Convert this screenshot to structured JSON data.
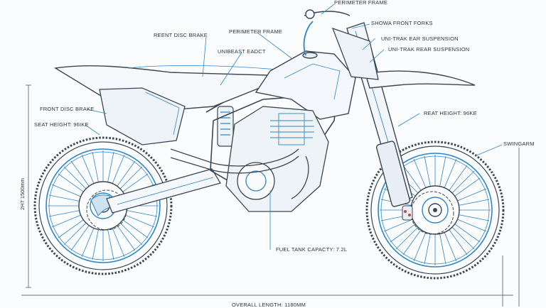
{
  "labels": {
    "perimeter_frame_top": "PERIMETER FRAME",
    "showa_front_forks": "SHOWA FRONT FORKS",
    "uni_trak_1": "UNI-TRAK EAR SUSPENSION",
    "uni_trak_2": "UNI-TRAK REAR SUSPENSION",
    "rear_disc_brake": "REENT DISC BRAKE",
    "perimeter_frame": "PERIMETER FRAME",
    "unibeast_radiator": "UNIBEAST EADCT",
    "front_disc_brake": "FRONT DISC BRAKE",
    "seat_height_left": "SEAT HEIGHT: 96IKE",
    "seat_height_right": "REAT HEIGHT: 96KE",
    "swingarm": "SWINGARM",
    "fuel_tank": "FUEL TANK CAPACTY: 7.2L",
    "overall_length": "OVERALL LENGTH: 1180mm",
    "vertical_dim": "2H7 1500mm"
  },
  "colors": {
    "ink": "#34404c",
    "blue": "#2f86c8",
    "background": "#fbfcfe"
  }
}
